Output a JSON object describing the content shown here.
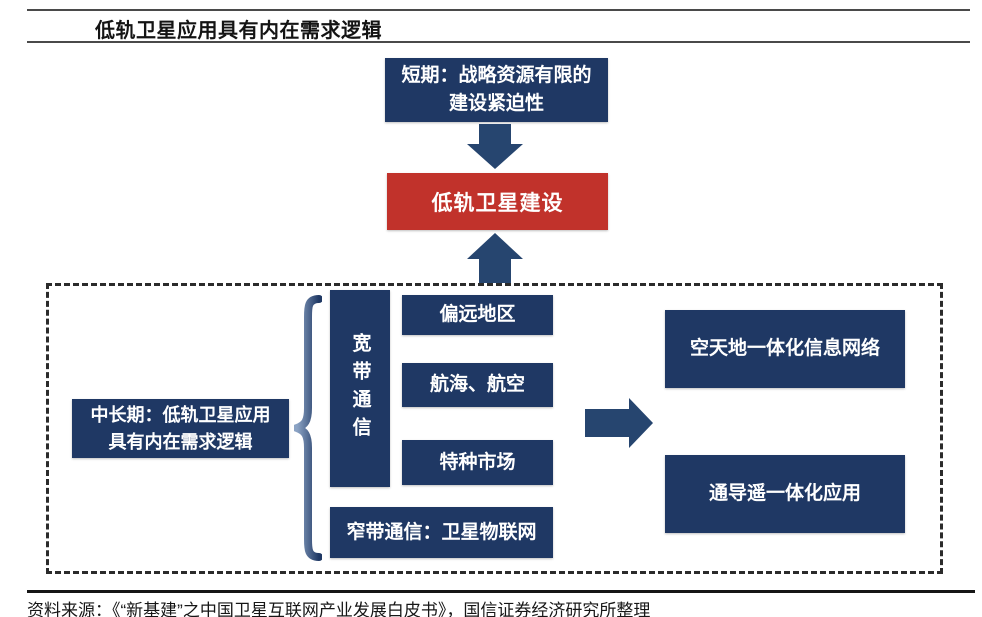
{
  "header": {
    "title": "低轨卫星应用具有内在需求逻辑"
  },
  "diagram": {
    "short_term": {
      "line1": "短期：战略资源有限的",
      "line2": "建设紧迫性"
    },
    "core": "低轨卫星建设",
    "mid_long_term": {
      "line1": "中长期：低轨卫星应用",
      "line2": "具有内在需求逻辑"
    },
    "broadband_label": "宽带通信",
    "broadband_items": [
      "偏远地区",
      "航海、航空",
      "特种市场"
    ],
    "narrowband_label": "窄带通信：卫星物联网",
    "applications": [
      "空天地一体化信息网络",
      "通导遥一体化应用"
    ]
  },
  "footer": {
    "source": "资料来源：《“新基建”之中国卫星互联网产业发展白皮书》，国信证券经济研究所整理"
  },
  "colors": {
    "navy": "#1f3864",
    "red": "#c1322b",
    "arrow_navy": "#26456f",
    "rule_gray": "#4a4a4a",
    "rule_black": "#161616",
    "dashed_border": "#2b2b2b",
    "text_white": "#ffffff",
    "text_black": "#141414"
  }
}
